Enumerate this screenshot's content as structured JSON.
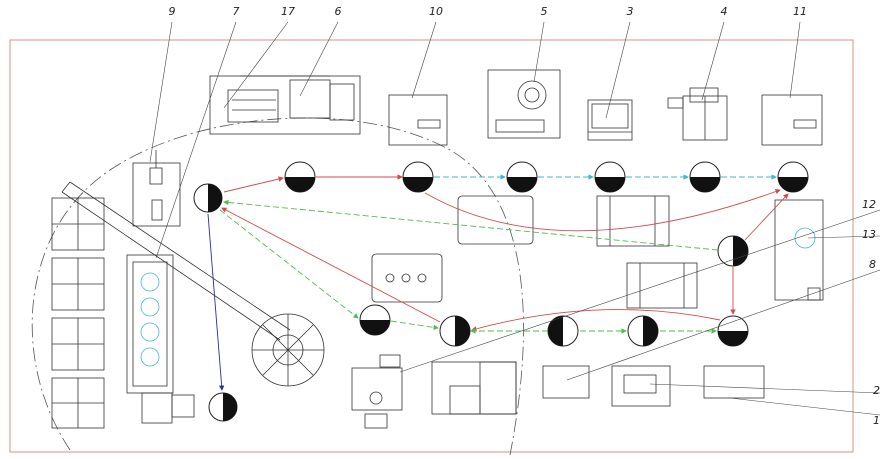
{
  "callouts": {
    "n1": "1",
    "n2": "2",
    "n3": "3",
    "n4": "4",
    "n5": "5",
    "n6": "6",
    "n7": "7",
    "n8": "8",
    "n9": "9",
    "n10": "10",
    "n11": "11",
    "n12": "12",
    "n13": "13",
    "n17": "17"
  },
  "colors": {
    "border": "#d9908a",
    "line": "#333333",
    "red_flow": "#d24b4b",
    "green_flow": "#4cbf4c",
    "cyan_flow": "#3fb6d6",
    "blue_flow": "#2c2ca8"
  }
}
